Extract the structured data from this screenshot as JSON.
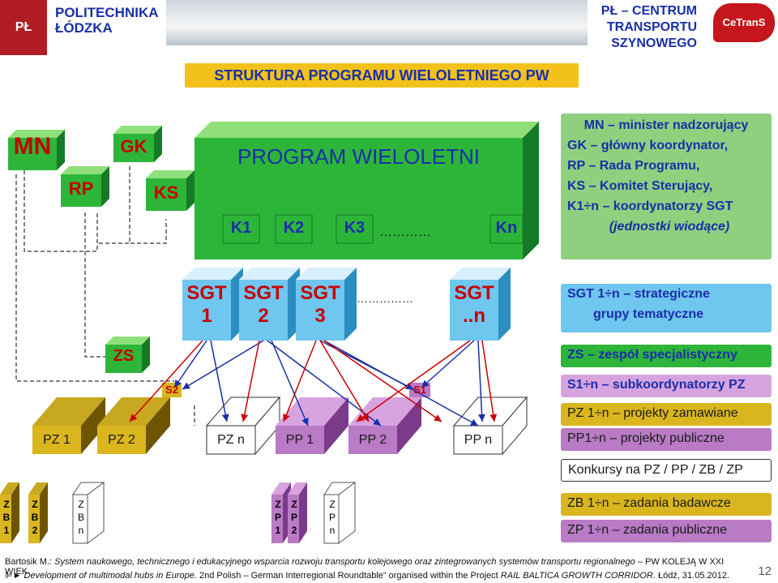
{
  "header": {
    "left_line1": "POLITECHNIKA",
    "left_line2": "ŁÓDZKA",
    "right_line1": "PŁ – CENTRUM",
    "right_line2": "TRANSPORTU",
    "right_line3": "SZYNOWEGO",
    "right_logo": "CeTranS",
    "left_logo": "PŁ"
  },
  "title": "STRUKTURA PROGRAMU WIELOLETNIEGO PW",
  "diagram": {
    "mn": "MN",
    "rp": "RP",
    "gk": "GK",
    "ks": "KS",
    "program": "PROGRAM WIELOLETNI",
    "k1": "K1",
    "k2": "K2",
    "k3": "K3",
    "dots_k": "…………",
    "kn": "Kn",
    "sgt_label": "SGT",
    "sgt1_num": "1",
    "sgt2_num": "2",
    "sgt3_num": "3",
    "sgtn_num": "..n",
    "dots_sgt": "……………",
    "zs": "ZS",
    "s2": "S2",
    "s1": "S1",
    "pz1": "PZ 1",
    "pz2": "PZ 2",
    "pzn": "PZ n",
    "pp1": "PP 1",
    "pp2": "PP 2",
    "ppn": "PP n",
    "zb1": [
      "Z",
      "B",
      "1"
    ],
    "zb2": [
      "Z",
      "B",
      "2"
    ],
    "zbn": [
      "Z",
      "B",
      "n"
    ],
    "zp1": [
      "Z",
      "P",
      "1"
    ],
    "zp2": [
      "Z",
      "P",
      "2"
    ],
    "zpn": [
      "Z",
      "P",
      "n"
    ]
  },
  "legend": {
    "group1": [
      "MN – minister nadzorujący",
      "GK – główny koordynator,",
      "RP – Rada Programu,",
      "KS – Komitet Sterujący,",
      "K1÷n – koordynatorzy SGT",
      "(jednostki wiodące)"
    ],
    "sgt_line1": "SGT 1÷n – strategiczne",
    "sgt_line2": "grupy tematyczne",
    "zs": "ZS – zespół specjalistyczny",
    "s": "S1÷n – subkoordynatorzy PZ",
    "pz": "PZ 1÷n – projekty zamawiane",
    "pp": "PP1÷n – projekty publiczne",
    "konkursy": "Konkursy na PZ / PP / ZB / ZP",
    "zb": "ZB 1÷n – zadania badawcze",
    "zp": "ZP 1÷n – zadania publiczne"
  },
  "footer": {
    "author": "Bartosik M.:",
    "line1_italic": "System naukowego, technicznego i edukacyjnego wsparcia rozwoju transportu kolejowego oraz zintegrowanych systemów transportu regionalnego",
    "line1_tail": "– PW KOLEJĄ W XXI WIEK.",
    "line2_italic": "Development of multimodal hubs in Europe.",
    "line2_mid": "2nd Polish – German Interregional Roundtable” organised within the Project",
    "line2_project": "RAIL BALTICA GROWTH CORRIDOR.",
    "line2_tail": "Łódź, 31.05.2012.",
    "page_number": "12"
  },
  "colors": {
    "green_front": "#2db53a",
    "green_top": "#8fe07a",
    "green_side": "#157a25",
    "gold": "#b8940a",
    "purple": "#a566b4",
    "navy": "#1a2fa8",
    "red": "#c50000",
    "blue_arrow": "#1a2fa8",
    "red_arrow": "#cc0000"
  }
}
